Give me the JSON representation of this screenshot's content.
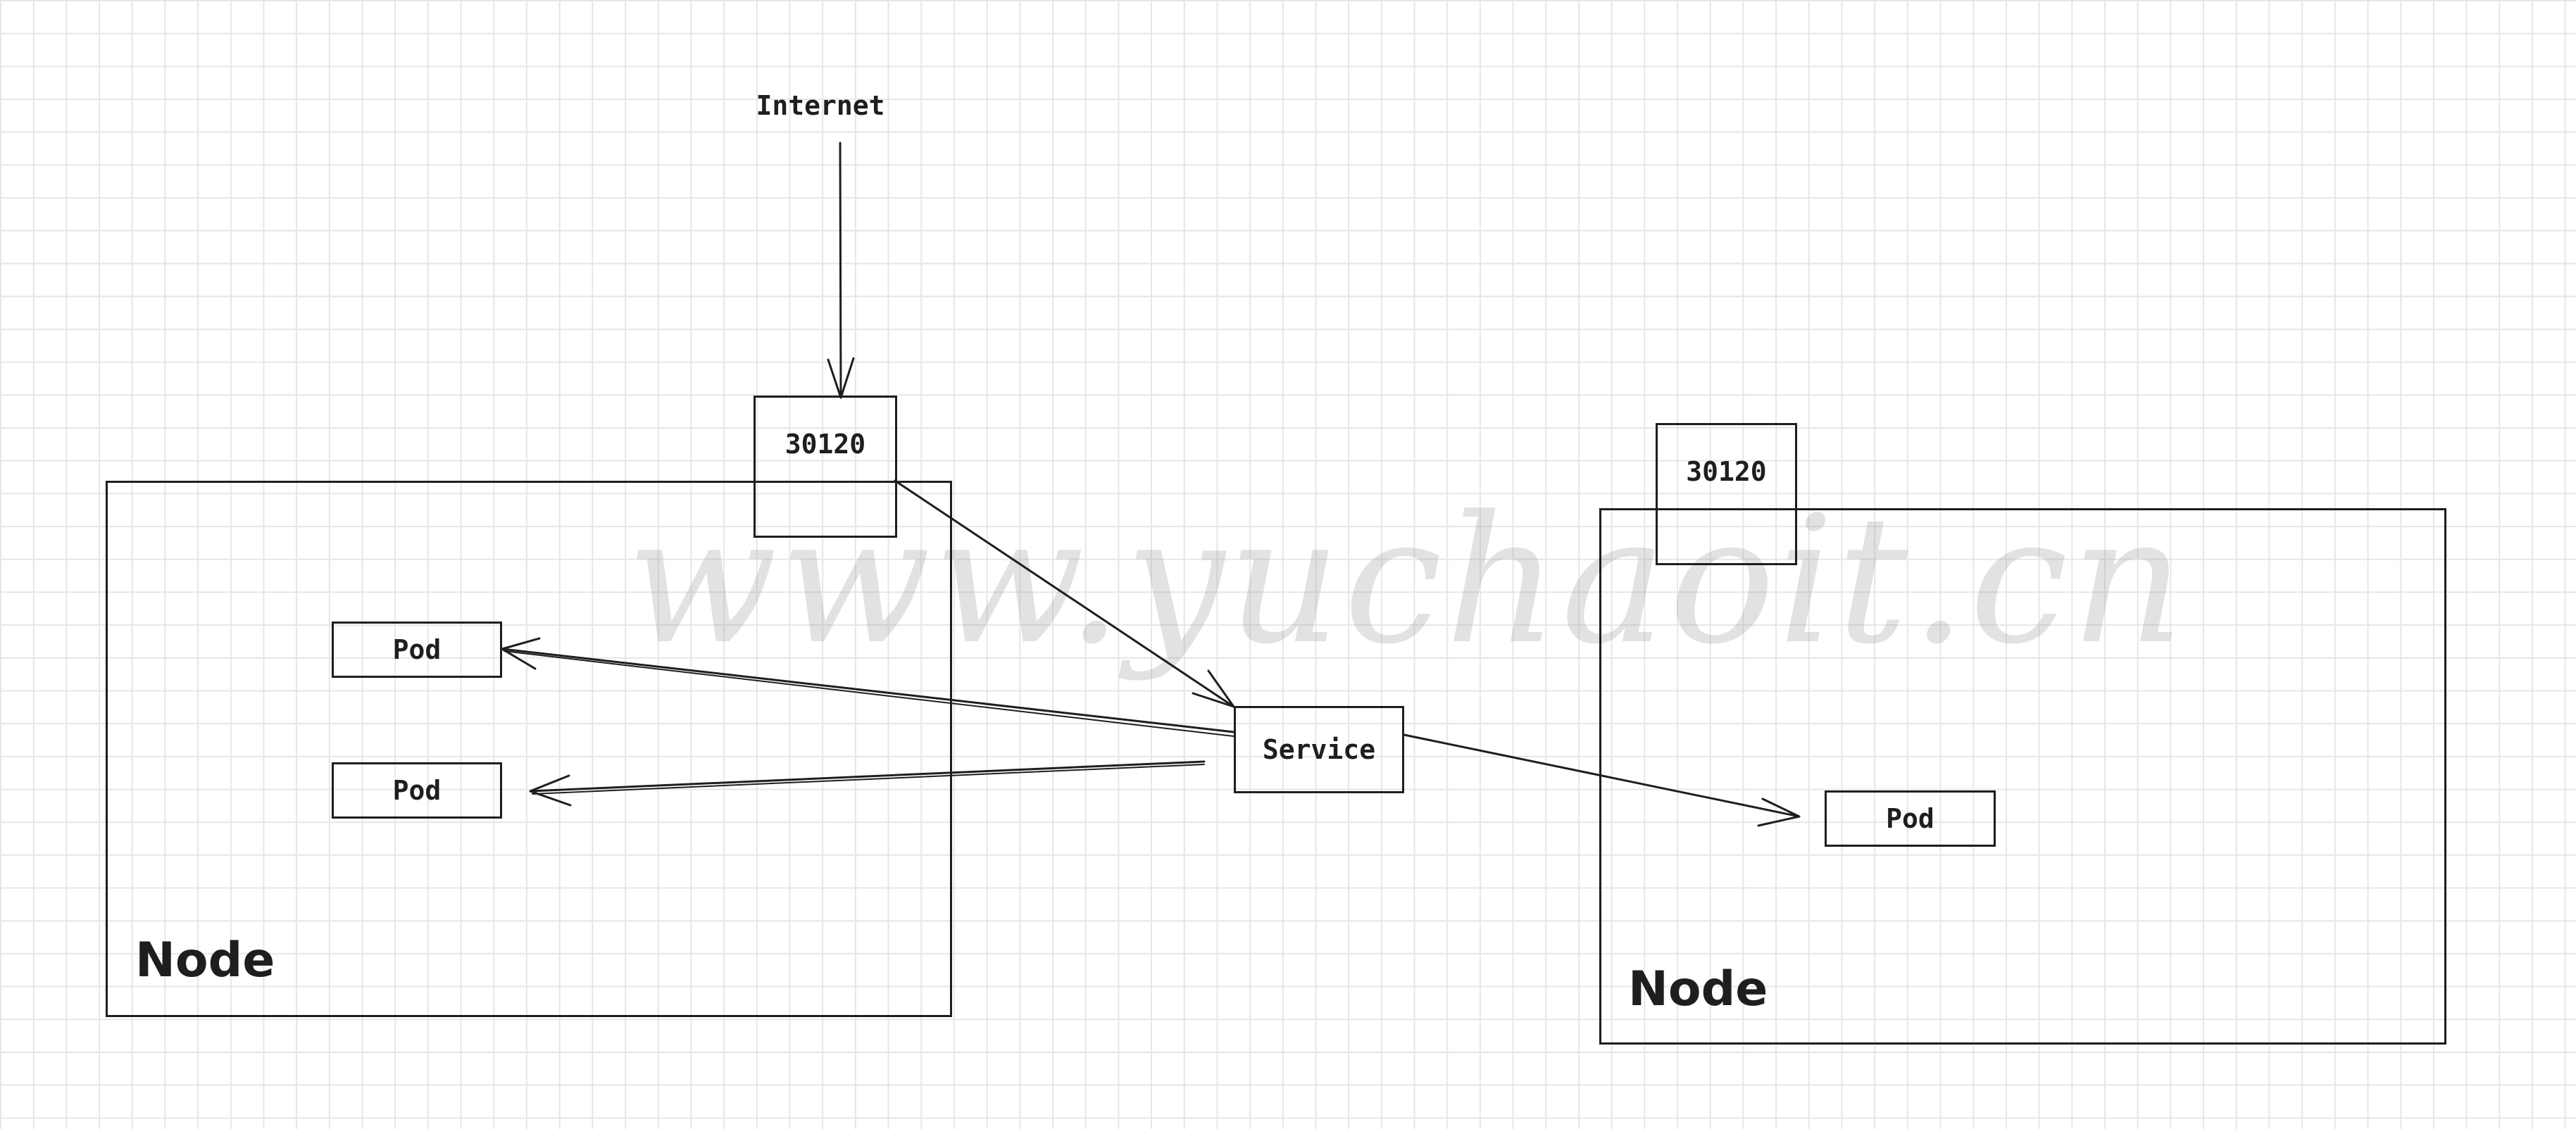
{
  "internet": {
    "label": "Internet"
  },
  "node_left": {
    "label": "Node",
    "port_label": "30120",
    "pods": [
      {
        "label": "Pod"
      },
      {
        "label": "Pod"
      }
    ]
  },
  "node_right": {
    "label": "Node",
    "port_label": "30120",
    "pods": [
      {
        "label": "Pod"
      }
    ]
  },
  "service": {
    "label": "Service"
  },
  "watermark": {
    "text": "www.yuchaoit.cn"
  },
  "colors": {
    "stroke": "#1e1e1e",
    "grid": "#e6e6e6",
    "background": "#ffffff"
  }
}
